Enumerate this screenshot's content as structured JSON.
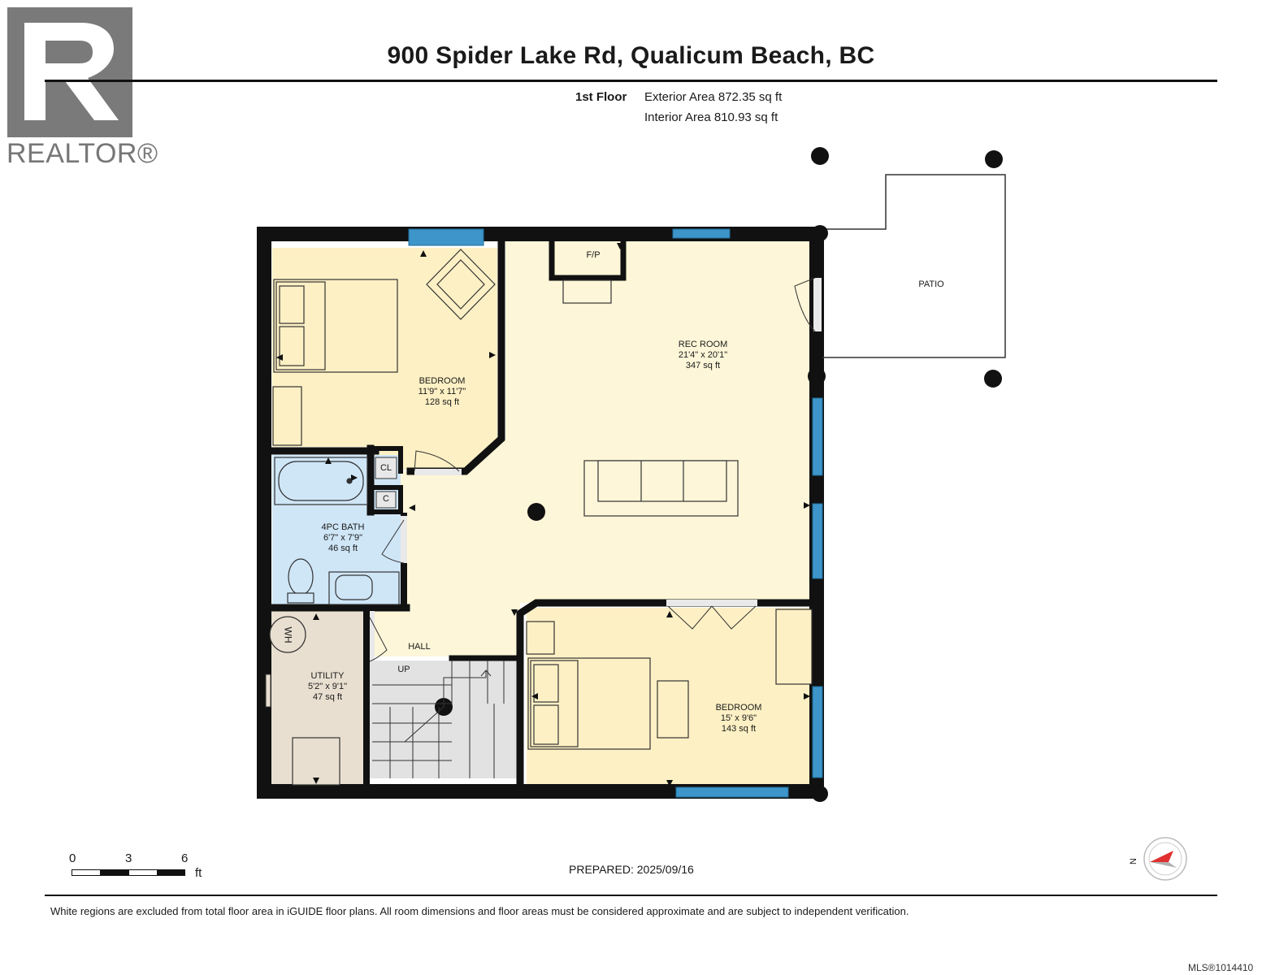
{
  "header": {
    "title": "900 Spider Lake Rd, Qualicum Beach, BC",
    "floor_label": "1st Floor",
    "exterior_area": "Exterior Area 872.35 sq ft",
    "interior_area": "Interior Area 810.93 sq ft"
  },
  "logo": {
    "text": "REALTOR®",
    "color": "#777777"
  },
  "rooms": {
    "bedroom_top": "BEDROOM\n11'9\" x 11'7\"\n128 sq ft",
    "rec_room": "REC ROOM\n21'4\" x 20'1\"\n347 sq ft",
    "bath": "4PC BATH\n6'7\" x 7'9\"\n46 sq ft",
    "utility": "UTILITY\n5'2\" x 9'1\"\n47 sq ft",
    "bedroom_bottom": "BEDROOM\n15' x 9'6\"\n143 sq ft",
    "hall": "HALL",
    "up": "UP",
    "patio": "PATIO",
    "fp": "F/P",
    "cl": "CL",
    "c": "C",
    "wh": "WH"
  },
  "scale": {
    "labels": [
      "0",
      "3",
      "6"
    ],
    "unit": "ft"
  },
  "prepared": "PREPARED: 2025/09/16",
  "compass": {
    "north_label": "N"
  },
  "footer": {
    "disclaimer": "White regions are excluded from total floor area in iGUIDE floor plans. All room dimensions and floor areas must be considered approximate and are subject to independent verification."
  },
  "mls": "MLS®1014410",
  "colors": {
    "bedroom_fill": "#fdf0c4",
    "rec_fill": "#fdf6d8",
    "bath_fill": "#cfe6f7",
    "utility_fill": "#e8dfd0",
    "stairs_fill": "#e2e2e2",
    "window": "#3d95c9",
    "wall": "#111111"
  }
}
